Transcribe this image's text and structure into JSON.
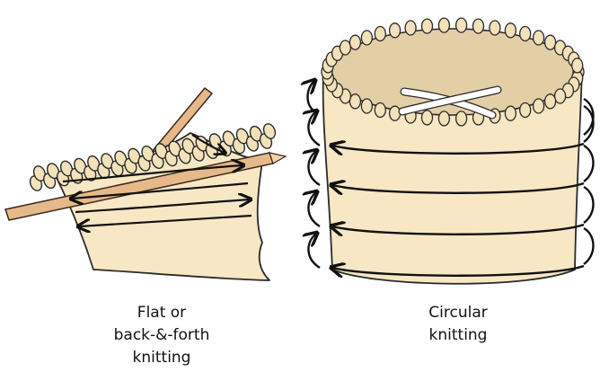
{
  "colors": {
    "fabric": "#f7e7c4",
    "fabric_edge": "#2a2a2a",
    "interior": "#e3cfa6",
    "stitch_fill": "#f3e1ba",
    "needle_fill": "#e6b98a",
    "needle_tip": "#f3d3ad",
    "arrow": "#111111"
  },
  "icons": {
    "flat_piece": "flat-knitting-illustration",
    "circular_piece": "circular-knitting-illustration",
    "direction": "direction-arrow-icon"
  },
  "captions": {
    "flat": {
      "line1": "Flat or",
      "line2": "back-&-forth",
      "line3": "knitting"
    },
    "circular": {
      "line1": "Circular",
      "line2": "knitting"
    }
  }
}
